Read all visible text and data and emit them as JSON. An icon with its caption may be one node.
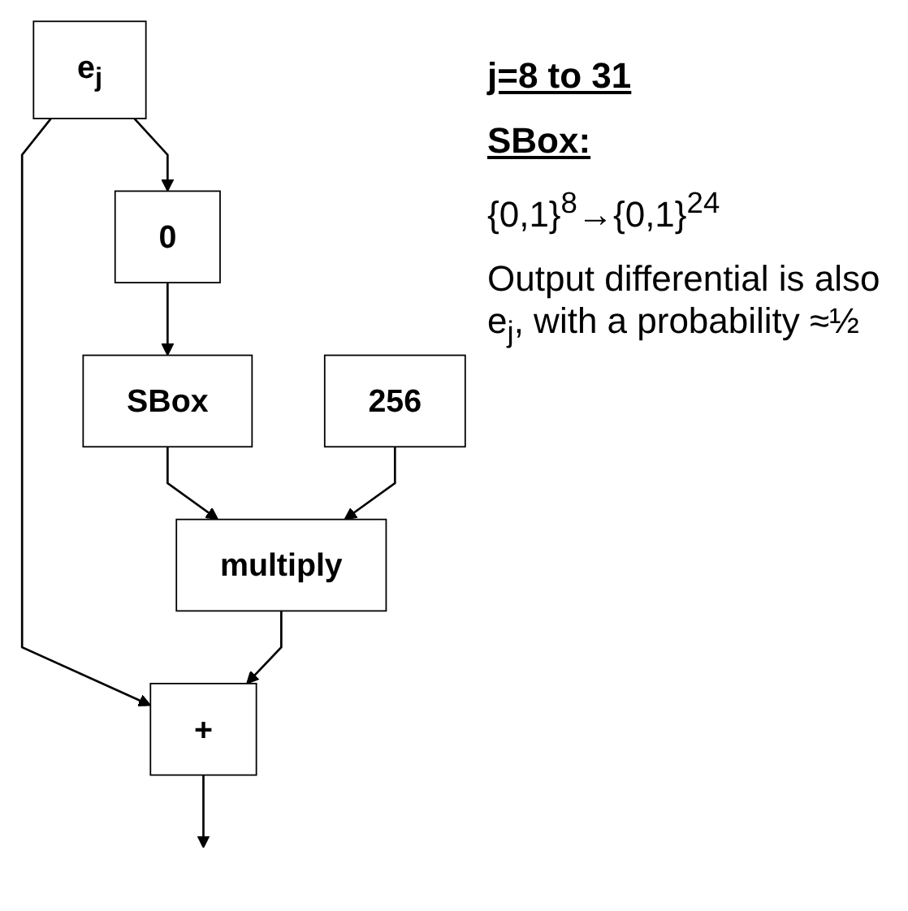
{
  "diagram": {
    "nodes": [
      {
        "text": [
          "e$_{j}$"
        ]
      },
      {
        "text": [
          "0"
        ]
      },
      {
        "text": [
          "SBox"
        ]
      },
      {
        "text": [
          "multiply"
        ]
      },
      {
        "text": [
          "256"
        ]
      },
      {
        "text": [
          "+"
        ]
      }
    ],
    "edges": [
      {
        "from": 0,
        "to": 1,
        "arrow": "to"
      },
      {
        "from": 0,
        "to": 5,
        "arrow": "to"
      },
      {
        "from": 1,
        "to": 2,
        "arrow": "to"
      },
      {
        "from": 2,
        "to": 3,
        "arrow": "to"
      },
      {
        "from": 4,
        "to": 3,
        "arrow": "to"
      },
      {
        "from": 3,
        "to": 5,
        "arrow": "to"
      },
      {
        "from": 5,
        "to": null,
        "arrow": "to"
      }
    ],
    "labels": [
      "j=8 to 31",
      "SBox:",
      "{0,1}$^{8}$→{0,1}$^{24}$",
      "Output differential is also e$_{j}$, with a probability ≈½"
    ]
  }
}
